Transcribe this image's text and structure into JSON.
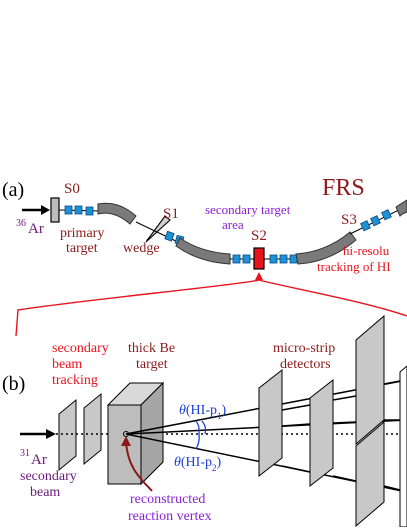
{
  "panel_a": {
    "panel_label": "(a)",
    "title": "FRS",
    "stations": {
      "s0": "S0",
      "s1": "S1",
      "s2": "S2",
      "s3": "S3"
    },
    "beam_ion": {
      "mass": "36",
      "element": "Ar"
    },
    "primary_target": [
      "primary",
      "target"
    ],
    "wedge": "wedge",
    "secondary_target_area": [
      "secondary target",
      "area"
    ],
    "tracking": [
      "hi-resolu",
      "tracking of HI"
    ]
  },
  "panel_b": {
    "panel_label": "(b)",
    "secondary_beam_tracking": [
      "secondary",
      "beam",
      "tracking"
    ],
    "thick_target": [
      "thick Be",
      "target"
    ],
    "micro_strip": [
      "micro-strip",
      "detectors"
    ],
    "angle_1": {
      "theta": "θ",
      "text": "(HI-p",
      "sub": "1",
      "close": ")"
    },
    "angle_2": {
      "theta": "θ",
      "text": "(HI-p",
      "sub": "2",
      "close": ")"
    },
    "beam_ion": {
      "mass": "31",
      "element": "Ar"
    },
    "beam_label": [
      "secondary",
      "beam"
    ],
    "vertex_label": [
      "reconstructed",
      "reaction vertex"
    ]
  },
  "colors": {
    "dark_red": "#8b1a1a",
    "red": "#e8141e",
    "purple": "#8a1fd6",
    "dark_purple": "#6a1a7a",
    "blue": "#1a3fd6",
    "magnet_gray": "#7a7a7a",
    "quad_blue": "#1e90d6",
    "detector_gray": "#c8c8c8"
  }
}
